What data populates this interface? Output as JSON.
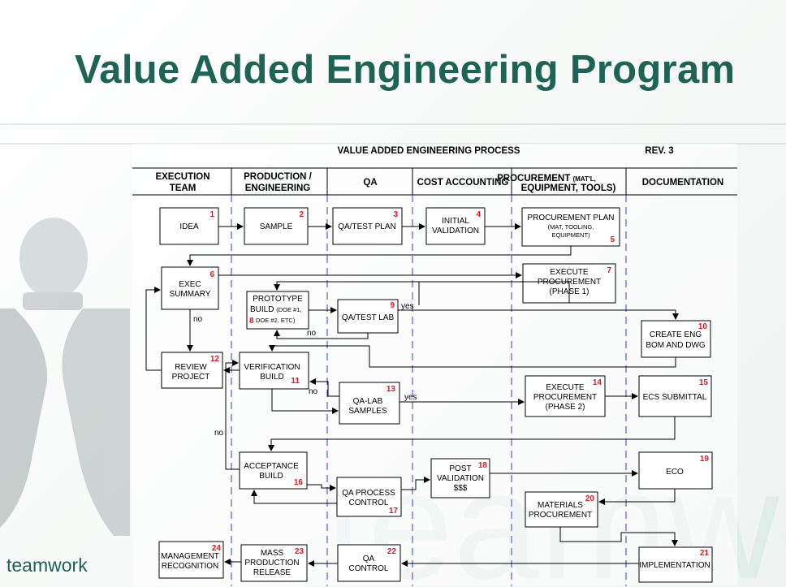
{
  "slide": {
    "title": "Value Added Engineering Program",
    "footer_logo": "teamwork",
    "watermark": "teamwork"
  },
  "diagram": {
    "title": "VALUE ADDED ENGINEERING PROCESS",
    "revision": "REV. 3",
    "columns": [
      {
        "line1": "EXECUTION",
        "line2": "TEAM"
      },
      {
        "line1": "PRODUCTION /",
        "line2": "ENGINEERING"
      },
      {
        "line1": "QA",
        "line2": ""
      },
      {
        "line1": "COST ACCOUNTING",
        "line2": ""
      },
      {
        "line1": "PROCUREMENT",
        "line1_small": "(MAT'L,",
        "line2": "EQUIPMENT, TOOLS)"
      },
      {
        "line1": "DOCUMENTATION",
        "line2": ""
      }
    ],
    "steps": {
      "s1": {
        "num": "1",
        "lines": [
          "IDEA"
        ]
      },
      "s2": {
        "num": "2",
        "lines": [
          "SAMPLE"
        ]
      },
      "s3": {
        "num": "3",
        "lines": [
          "QA/TEST PLAN"
        ]
      },
      "s4": {
        "num": "4",
        "lines": [
          "INITIAL",
          "VALIDATION"
        ]
      },
      "s5": {
        "num": "5",
        "lines": [
          "PROCUREMENT PLAN",
          "(MAT, TOOLING,",
          "EQUIPMENT)"
        ]
      },
      "s6": {
        "num": "6",
        "lines": [
          "EXEC",
          "SUMMARY"
        ]
      },
      "s7": {
        "num": "7",
        "lines": [
          "EXECUTE",
          "PROCUREMENT",
          "(PHASE 1)"
        ]
      },
      "s8": {
        "num": "8",
        "lines": [
          "PROTOTYPE",
          "BUILD",
          "(DOE #1,",
          "DOE #2, ETC)"
        ]
      },
      "s9": {
        "num": "9",
        "lines": [
          "QA/TEST LAB"
        ]
      },
      "s10": {
        "num": "10",
        "lines": [
          "CREATE ENG",
          "BOM AND DWG"
        ]
      },
      "s11": {
        "num": "11",
        "lines": [
          "VERIFICATION",
          "BUILD"
        ]
      },
      "s12": {
        "num": "12",
        "lines": [
          "REVIEW",
          "PROJECT"
        ]
      },
      "s13": {
        "num": "13",
        "lines": [
          "QA-LAB",
          "SAMPLES"
        ]
      },
      "s14": {
        "num": "14",
        "lines": [
          "EXECUTE",
          "PROCUREMENT",
          "(PHASE 2)"
        ]
      },
      "s15": {
        "num": "15",
        "lines": [
          "ECS SUBMITTAL"
        ]
      },
      "s16": {
        "num": "16",
        "lines": [
          "ACCEPTANCE",
          "BUILD"
        ]
      },
      "s17": {
        "num": "17",
        "lines": [
          "QA PROCESS",
          "CONTROL"
        ]
      },
      "s18": {
        "num": "18",
        "lines": [
          "POST",
          "VALIDATION",
          "$$$"
        ]
      },
      "s19": {
        "num": "19",
        "lines": [
          "ECO"
        ]
      },
      "s20": {
        "num": "20",
        "lines": [
          "MATERIALS",
          "PROCUREMENT"
        ]
      },
      "s21": {
        "num": "21",
        "lines": [
          "IMPLEMENTATION"
        ]
      },
      "s22": {
        "num": "22",
        "lines": [
          "QA",
          "CONTROL"
        ]
      },
      "s23": {
        "num": "23",
        "lines": [
          "MASS",
          "PRODUCTION",
          "RELEASE"
        ]
      },
      "s24": {
        "num": "24",
        "lines": [
          "MANAGEMENT",
          "RECOGNITION"
        ]
      }
    },
    "edge_labels": {
      "no_6_12": "no",
      "no_9_8": "no",
      "yes_9": "yes",
      "no_13_11": "no",
      "yes_13": "yes",
      "no_16": "no"
    }
  }
}
